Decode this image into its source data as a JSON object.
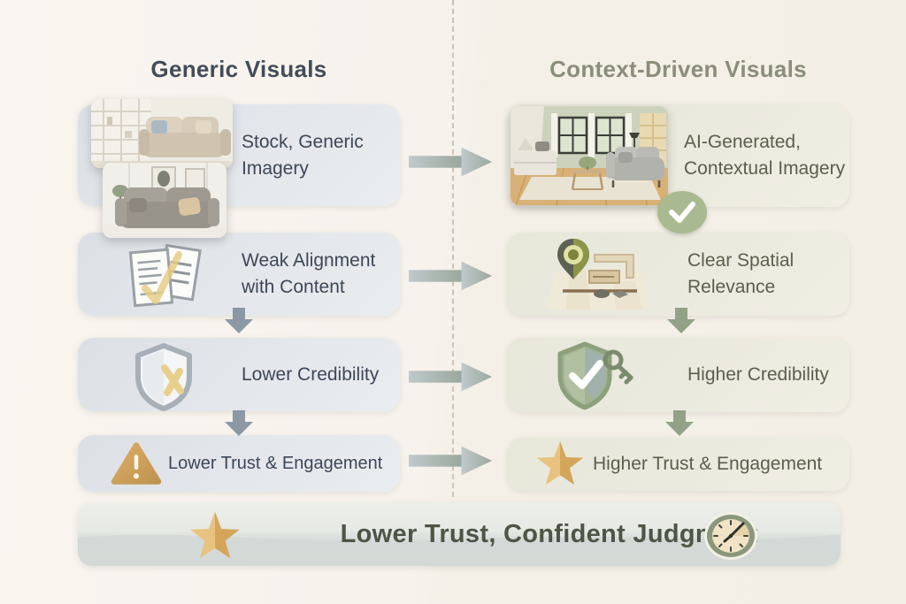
{
  "headers": {
    "left": "Generic Visuals",
    "right": "Context-Driven Visuals"
  },
  "left_column": {
    "items": [
      {
        "label": "Stock, Generic Imagery",
        "icon": "sofa-photos"
      },
      {
        "label": "Weak Alignment with Content",
        "icon": "documents-check"
      },
      {
        "label": "Lower Credibility",
        "icon": "shield-x"
      },
      {
        "label": "Lower Trust & Engagement",
        "icon": "warning-triangle"
      }
    ]
  },
  "right_column": {
    "items": [
      {
        "label": "AI-Generated, Contextual Imagery",
        "icon": "living-room-photo-check"
      },
      {
        "label": "Clear Spatial Relevance",
        "icon": "map-location-pin"
      },
      {
        "label": "Higher Credibility",
        "icon": "shield-check-key"
      },
      {
        "label": "Higher Trust & Engagement",
        "icon": "gold-star"
      }
    ]
  },
  "banner": {
    "label": "Lower Trust, Confident Judgment",
    "icons": [
      "gold-star",
      "clock"
    ]
  },
  "colors": {
    "background": "#f5f1ea",
    "left_box": "#e0e4e8",
    "right_box": "#eae9dd",
    "left_heading": "#434c59",
    "right_heading": "#8a8e7b",
    "left_text": "#3d4757",
    "right_text": "#5b5e4d",
    "banner_text": "#4d5646",
    "arrow_gray": "#8c98a4",
    "arrow_green": "#93a287",
    "gold": "#d9ab62",
    "badge_green": "#aaba90"
  }
}
